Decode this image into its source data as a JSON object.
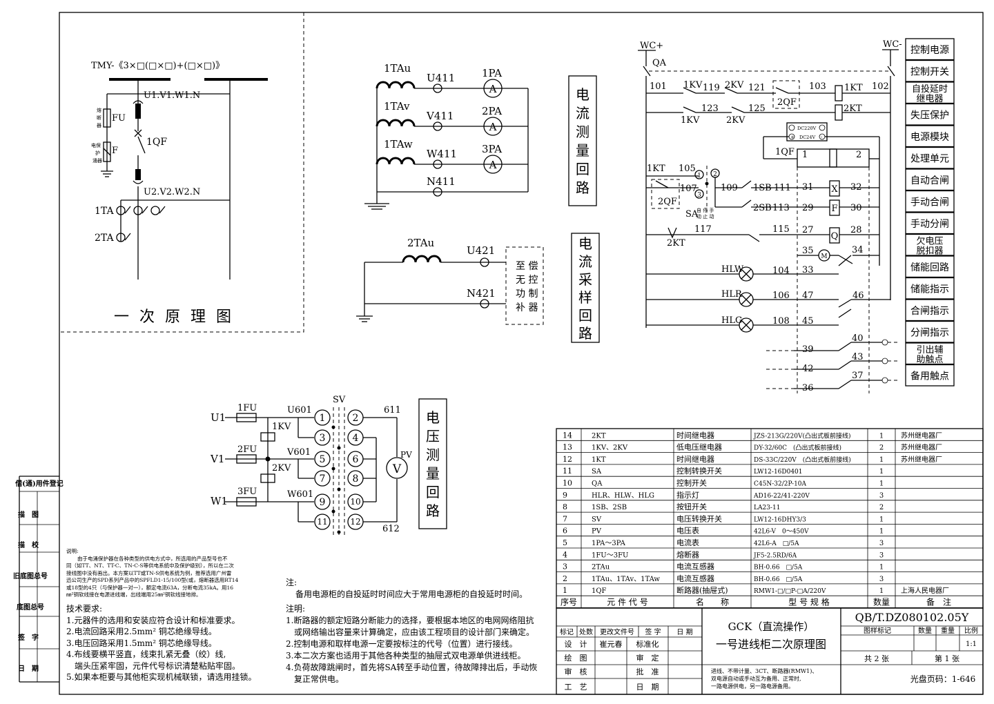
{
  "primary": {
    "busbar_label": "TMY-《3×□(□×□)+(□×□)》",
    "u1": "U1.V1.W1.N",
    "u2": "U2.V2.W2.N",
    "fu": "FU",
    "fuse_cn": [
      "熔",
      "断",
      "器"
    ],
    "f": "F",
    "protector_cn": [
      "电保",
      "护",
      "涌器"
    ],
    "qf": "1QF",
    "ta1": "1TA",
    "ta2": "2TA",
    "title": "一 次 原 理 图"
  },
  "current_meter": {
    "t1": "1TAu",
    "t2": "1TAv",
    "t3": "1TAw",
    "u": "U411",
    "v": "V411",
    "w": "W411",
    "n": "N411",
    "pa1": "1PA",
    "pa2": "2PA",
    "pa3": "3PA",
    "ammeter": "A",
    "box": [
      "电",
      "流",
      "测",
      "量",
      "回",
      "路"
    ]
  },
  "current_sample": {
    "t": "2TAu",
    "u": "U421",
    "n": "N421",
    "comp": [
      "至 偿",
      "无 控",
      "功 制",
      "补 器"
    ],
    "box": [
      "电",
      "流",
      "采",
      "样",
      "回",
      "路"
    ]
  },
  "voltage": {
    "fu1": "1FU",
    "fu2": "2FU",
    "fu3": "3FU",
    "kv1": "1KV",
    "kv2": "2KV",
    "u1": "U1",
    "v1": "V1",
    "w1": "W1",
    "u601": "U601",
    "v601": "V601",
    "w601": "W601",
    "sv": "SV",
    "n611": "611",
    "n612": "612",
    "pv": "PV",
    "vmeter": "V",
    "terminals": [
      "1",
      "2",
      "3",
      "4",
      "5",
      "6",
      "7",
      "8",
      "9",
      "10",
      "11",
      "12"
    ],
    "box": [
      "电",
      "压",
      "测",
      "量",
      "回",
      "路"
    ]
  },
  "control": {
    "wcp": "WC+",
    "wcm": "WC-",
    "qa": "QA",
    "n101": "101",
    "n1kv": "1KV",
    "n119": "119",
    "n2kv": "2KV",
    "n121": "121",
    "n2qf": "2QF",
    "n103": "103",
    "n1kt": "1KT",
    "n102": "102",
    "n123": "123",
    "n125": "125",
    "n1kv_b": "1KV",
    "n2kv_b": "2KV",
    "n2kt": "2KT",
    "dc220": "DC220V",
    "dc24": "DC24V",
    "plus": "+",
    "minus": "-",
    "n1qf": "1QF",
    "n1": "1",
    "n2": "2",
    "n1kt_b": "1KT",
    "n105": "105",
    "n107": "107",
    "n2qf_b": "2QF",
    "sa": "SA",
    "sa_sub": "自 停 手",
    "sa_sub2": "动 止 动",
    "c1": "1",
    "c2": "2",
    "c3": "3",
    "n109": "109",
    "n1sb": "1SB",
    "n111": "111",
    "n31": "31",
    "x": "X",
    "n32": "32",
    "n2sb": "2SB",
    "n113": "113",
    "n29": "29",
    "f": "F",
    "n30": "30",
    "n117": "117",
    "n115": "115",
    "n27": "27",
    "q": "Q",
    "n28": "28",
    "n2kt_b": "2KT",
    "n35": "35",
    "m": "M",
    "n34": "34",
    "hlw": "HLW",
    "n104": "104",
    "n33": "33",
    "hlr": "HLR",
    "n106": "106",
    "n47": "47",
    "n46": "46",
    "hlg": "HLG",
    "n108": "108",
    "n45": "45",
    "n39": "39",
    "n40": "40",
    "n42": "42",
    "n43": "43",
    "n36": "36",
    "n37": "37"
  },
  "legend": [
    [
      "控制电源"
    ],
    [
      "控制开关"
    ],
    [
      "自投延时",
      "继电器"
    ],
    [
      "失压保护"
    ],
    [
      "电源模块"
    ],
    [
      "处理单元"
    ],
    [
      "自动合闸"
    ],
    [
      "手动合闸"
    ],
    [
      "手动分闸"
    ],
    [
      "欠电压",
      "脱扣器"
    ],
    [
      "储能回路"
    ],
    [
      "储能指示"
    ],
    [
      "合闸指示"
    ],
    [
      "分闸指示"
    ],
    [
      "引出辅",
      "助触点"
    ],
    [
      "备用触点"
    ]
  ],
  "bom": {
    "rows": [
      [
        "14",
        "2KT",
        "时间继电器",
        "JZS-213G/220V(凸出式板前接线)",
        "1",
        "苏州继电器厂"
      ],
      [
        "13",
        "1KV、2KV",
        "低电压继电器",
        "DY-32/60C　(凸出式板前接线)",
        "2",
        "苏州继电器厂"
      ],
      [
        "12",
        "1KT",
        "时间继电器",
        "DS-33C/220V　(凸出式板前接线)",
        "1",
        "苏州继电器厂"
      ],
      [
        "11",
        "SA",
        "控制转换开关",
        "LW12-16D0401",
        "1",
        ""
      ],
      [
        "10",
        "QA",
        "控制开关",
        "C45N-32/2P-10A",
        "1",
        ""
      ],
      [
        "9",
        "HLR、HLW、HLG",
        "指示灯",
        "AD16-22/41-220V",
        "3",
        ""
      ],
      [
        "8",
        "1SB、2SB",
        "按钮开关",
        "LA23-11",
        "2",
        ""
      ],
      [
        "7",
        "SV",
        "电压转换开关",
        "LW12-16DHY3/3",
        "1",
        ""
      ],
      [
        "6",
        "PV",
        "电压表",
        "42L6-V　0～450V",
        "1",
        ""
      ],
      [
        "5",
        "1PA～3PA",
        "电流表",
        "42L6-A　□/5A",
        "3",
        ""
      ],
      [
        "4",
        "1FU～3FU",
        "熔断器",
        "JF5-2.5RD/6A",
        "3",
        ""
      ],
      [
        "3",
        "2TAu",
        "电流互感器",
        "BH-0.66　□/5A",
        "1",
        ""
      ],
      [
        "2",
        "1TAu、1TAv、1TAw",
        "电流互感器",
        "BH-0.66　□/5A",
        "3",
        ""
      ],
      [
        "1",
        "1QF",
        "断路器(抽屉式)",
        "RMW1-□/□P-□A/220V",
        "1",
        "上海人民电器厂"
      ]
    ],
    "header": [
      "序号",
      "元 件 代 号",
      "名　　称",
      "型 号 规 格",
      "数量",
      "备　注"
    ]
  },
  "title_block": {
    "doc_no": "QB/T.DZ080102.05Y",
    "gck": "GCK（直流操作）",
    "title": "一号进线柜二次原理图",
    "hdr": [
      "标记",
      "处数",
      "更改文件号",
      "签 字",
      "日 期"
    ],
    "design": "设　计",
    "designer": "崔元春",
    "std": "标准化",
    "draw": "绘　图",
    "review": "审　定",
    "check": "审　核",
    "approve": "批　准",
    "craft": "工　艺",
    "date": "日　期",
    "stage": "图样标记",
    "weight": "数量",
    "mass": "重量",
    "scale": "比例",
    "scale_val": "1:1",
    "total": "共 2 张",
    "sheet": "第 1 张",
    "desc": [
      "进线、不带计量、3CT、断路器(RMW1)、",
      "双电源自动或手动互为备用、正常时,",
      "一路电源供电，另一路电源备用。"
    ],
    "cd": "光盘页码：1-646"
  },
  "left_strip": [
    "借(通)用件登记",
    "描　图",
    "描　校",
    "旧底图总号",
    "底图总号",
    "签　字",
    "日　期"
  ],
  "note_small": {
    "title": "说明:",
    "lines": [
      "由于电涌保护器在各种类型的供电方式中，所选用的产品型号也不",
      "同（如TT、NT、TT-C、TN-C-S等供电系统中及保护级别），所以在二次",
      "接线图中没有画出。本方案以TT或TN-S供电系统为例，推荐选用广州雷",
      "迅公司生产的SPD系列产品中的SPFLD1-15/100型(或，熔断器选用RT14",
      "或18型的4只（与保护器一对一），额定电流63A，分断电流35kA。用16",
      "㎜²铜软线接在电源进线端，出线端用25㎜²铜软线接地排。"
    ]
  },
  "tech": {
    "title": "技术要求:",
    "lines": [
      "1.元器件的选用和安装应符合设计和标准要求。",
      "2.电流回路采用2.5mm² 铜芯绝缘导线。",
      "3.电压回路采用1.5mm² 铜芯绝缘导线。",
      "4.布线要横平竖直，线束扎紧无叠（绞）线,",
      "　端头压紧牢固，元件代号标识清楚粘贴牢固。",
      "5.如果本柜要与其他柜实现机械联锁，请选用挂锁。"
    ]
  },
  "note_zhu": {
    "title": "注:",
    "line": "备用电源柜的自投延时时间应大于常用电源柜的自投延时时间。"
  },
  "note_zhuming": {
    "title": "注明:",
    "lines": [
      "1.断路器的额定短路分断能力的选择，要根据本地区的电网网络阻抗",
      "　或网络输出容量来计算确定，应由该工程项目的设计部门来确定。",
      "2.控制电源和取样电源一定要按标注的代号（位置）进行接线。",
      "3.本二次方案也适用于其他各种类型的抽屉式双电源单供进线柜。",
      "4.负荷故障跳闸时，首先将SA转至手动位置，待故障排出后，手动恢",
      "　复正常供电。"
    ]
  }
}
